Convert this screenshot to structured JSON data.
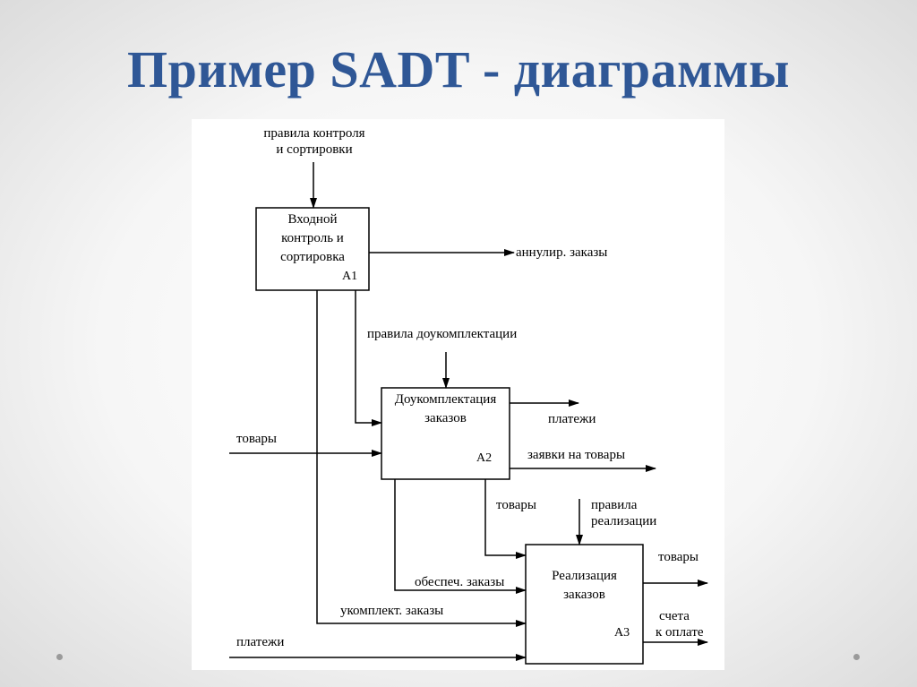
{
  "title": "Пример SADT - диаграммы",
  "diagram": {
    "blocks": [
      {
        "id": "A1",
        "lines": [
          "Входной",
          "контроль и",
          "сортировка"
        ]
      },
      {
        "id": "A2",
        "lines": [
          "Доукомплектация",
          "заказов"
        ]
      },
      {
        "id": "A3",
        "lines": [
          "Реализация",
          "заказов"
        ]
      }
    ],
    "labels": {
      "ctrl_a1_l1": "правила контроля",
      "ctrl_a1_l2": "и сортировки",
      "out_cancelled": "аннулир. заказы",
      "ctrl_a2": "правила доукомплектации",
      "in_goods": "товары",
      "out_payments": "платежи",
      "out_requests": "заявки на товары",
      "a2_goods": "товары",
      "ctrl_a3_l1": "правила",
      "ctrl_a3_l2": "реализации",
      "provided_orders": "обеспеч. заказы",
      "completed_orders": "укомплект. заказы",
      "in_payments": "платежи",
      "out_goods": "товары",
      "out_invoices_l1": "счета",
      "out_invoices_l2": "к оплате"
    }
  }
}
